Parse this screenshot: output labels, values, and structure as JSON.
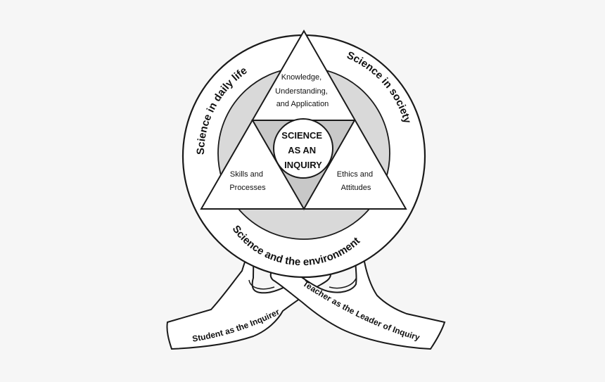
{
  "diagram": {
    "ring": {
      "top_left": "Science in daily life",
      "top_right": "Science in society",
      "bottom": "Science and the environment"
    },
    "triangles": {
      "top": [
        "Knowledge,",
        "Understanding,",
        "and Application"
      ],
      "left": [
        "Skills and",
        "Processes"
      ],
      "right": [
        "Ethics and",
        "Attitudes"
      ]
    },
    "core": [
      "SCIENCE",
      "AS AN",
      "INQUIRY"
    ],
    "hands": {
      "left": "Student as the Inquirer",
      "right": "Teacher as the Leader of Inquiry"
    },
    "colors": {
      "background": "#f6f6f6",
      "outer_circle": "#ffffff",
      "inner_circle": "#d9d9d9",
      "triangle": "#ffffff",
      "center_triangle": "#c8c8c8",
      "stroke": "#1a1a1a"
    }
  }
}
